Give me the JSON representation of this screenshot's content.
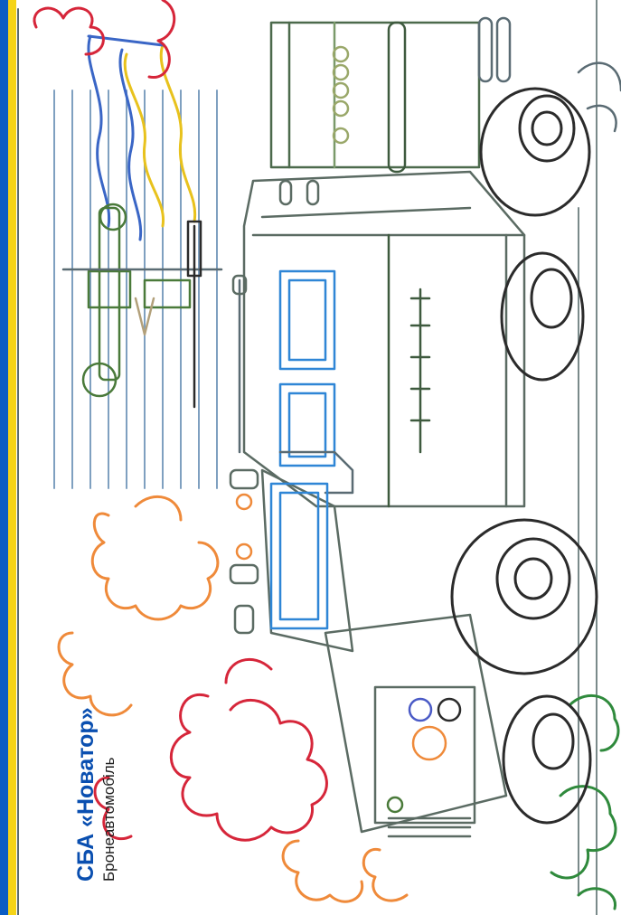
{
  "caption": {
    "title": "СБА «Новатор»",
    "subtitle": "Бронеавтомобіль"
  },
  "colors": {
    "flag_blue": "#0a5cc4",
    "flag_yellow": "#f5d417",
    "title_text": "#0a4fb0",
    "vehicle_outline": "#5b6b63",
    "windows": "#2f86d6",
    "tire": "#2b2b2b",
    "smoke_red": "#d6263a",
    "smoke_orange": "#ef8a3a",
    "trees_green": "#2f8a3c",
    "ground_brown": "#8a5a3a",
    "flag_outline_blue": "#3a66c6",
    "flag_outline_yellow": "#e8c21d"
  },
  "icons": [
    "ukrainian-flag-drawing",
    "armored-vehicle-drawing",
    "anti-tank-launcher-drawing"
  ]
}
